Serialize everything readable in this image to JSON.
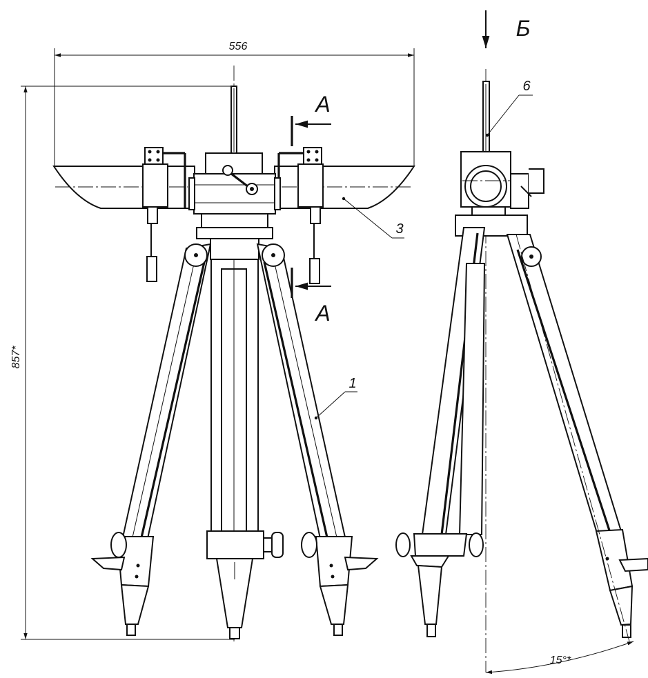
{
  "dimensions": {
    "overall_width": "556",
    "overall_height": "857*",
    "tilt_angle": "15°*"
  },
  "section_marks": {
    "section_top": "A",
    "section_bottom": "A",
    "view_arrow": "Б"
  },
  "callouts": {
    "tripod": "1",
    "reflector": "3",
    "antenna": "6"
  }
}
